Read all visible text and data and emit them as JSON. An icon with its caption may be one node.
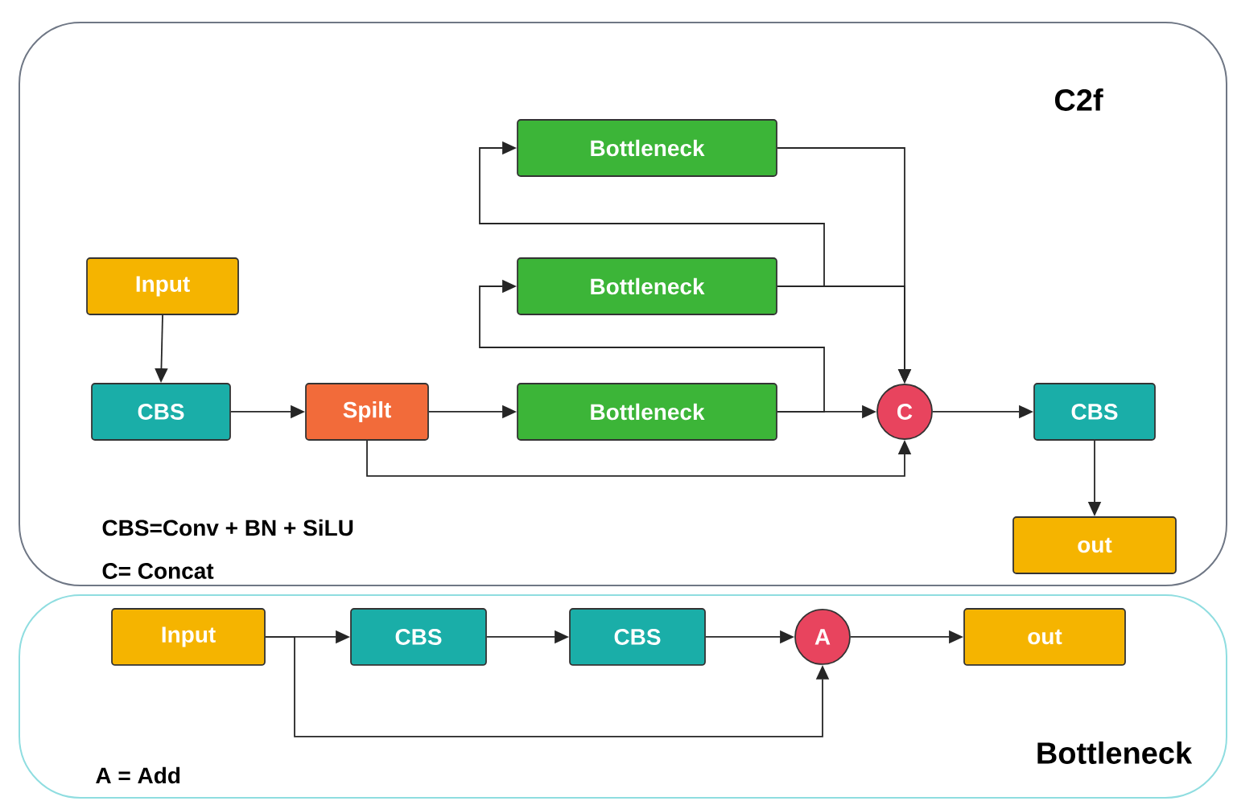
{
  "diagram": {
    "nodes": [
      {
        "text": [
          "C2f"
        ]
      },
      {
        "text": [
          "Input"
        ],
        "in": 0
      },
      {
        "text": [
          "CBS"
        ],
        "in": 0
      },
      {
        "text": [
          "Spilt"
        ],
        "in": 0
      },
      {
        "text": [
          "Bottleneck"
        ],
        "in": 0
      },
      {
        "text": [
          "Bottleneck"
        ],
        "in": 0
      },
      {
        "text": [
          "Bottleneck"
        ],
        "in": 0
      },
      {
        "text": [
          "C"
        ],
        "in": 0
      },
      {
        "text": [
          "CBS"
        ],
        "in": 0
      },
      {
        "text": [
          "out"
        ],
        "in": 0
      },
      {
        "text": [
          "Bottleneck"
        ]
      },
      {
        "text": [
          "Input"
        ],
        "in": 10
      },
      {
        "text": [
          "CBS"
        ],
        "in": 10
      },
      {
        "text": [
          "CBS"
        ],
        "in": 10
      },
      {
        "text": [
          "A"
        ],
        "in": 10
      },
      {
        "text": [
          "out"
        ],
        "in": 10
      }
    ],
    "edges": [
      {
        "from": 1,
        "to": 2,
        "arrow": "to"
      },
      {
        "from": 2,
        "to": 3,
        "arrow": "to"
      },
      {
        "from": 3,
        "to": 6,
        "arrow": "to"
      },
      {
        "from": 6,
        "to": 7,
        "arrow": "to"
      },
      {
        "from": 6,
        "to": 5,
        "arrow": "to"
      },
      {
        "from": 5,
        "to": 4,
        "arrow": "to"
      },
      {
        "from": 4,
        "to": 7,
        "arrow": "to"
      },
      {
        "from": 5,
        "to": 7,
        "arrow": "to"
      },
      {
        "from": 3,
        "to": 7,
        "arrow": "to"
      },
      {
        "from": 7,
        "to": 8,
        "arrow": "to"
      },
      {
        "from": 8,
        "to": 9,
        "arrow": "to"
      },
      {
        "from": 11,
        "to": 12,
        "arrow": "to"
      },
      {
        "from": 12,
        "to": 13,
        "arrow": "to"
      },
      {
        "from": 13,
        "to": 14,
        "arrow": "to"
      },
      {
        "from": 14,
        "to": 15,
        "arrow": "to"
      },
      {
        "from": 11,
        "to": 14,
        "arrow": "to"
      }
    ],
    "labels": [
      "CBS=Conv + BN + SiLU",
      "C= Concat",
      "A = Add"
    ]
  }
}
